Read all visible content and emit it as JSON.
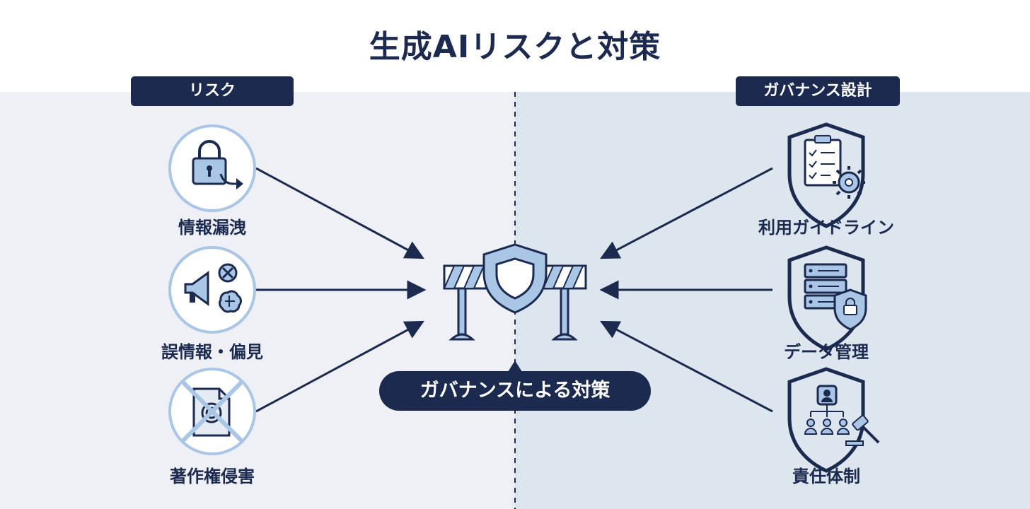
{
  "title": "生成AIリスクと対策",
  "risk_section": {
    "header": "リスク",
    "items": [
      {
        "label": "情報漏洩",
        "icon": "lock-leak-icon"
      },
      {
        "label": "誤情報・偏見",
        "icon": "megaphone-brain-icon"
      },
      {
        "label": "著作権侵害",
        "icon": "copyright-document-crossed-icon"
      }
    ]
  },
  "governance_section": {
    "header": "ガバナンス設計",
    "items": [
      {
        "label": "利用ガイドライン",
        "icon": "checklist-shield-icon"
      },
      {
        "label": "データ管理",
        "icon": "server-lock-shield-icon"
      },
      {
        "label": "責任体制",
        "icon": "org-gavel-shield-icon"
      }
    ]
  },
  "center": {
    "label": "ガバナンスによる対策",
    "icon": "barrier-shield-icon"
  },
  "colors": {
    "navy": "#1b2a4e",
    "light_blue": "#a9c6e6",
    "left_bg": "#eef0f5",
    "right_bg": "#dde6ef"
  }
}
